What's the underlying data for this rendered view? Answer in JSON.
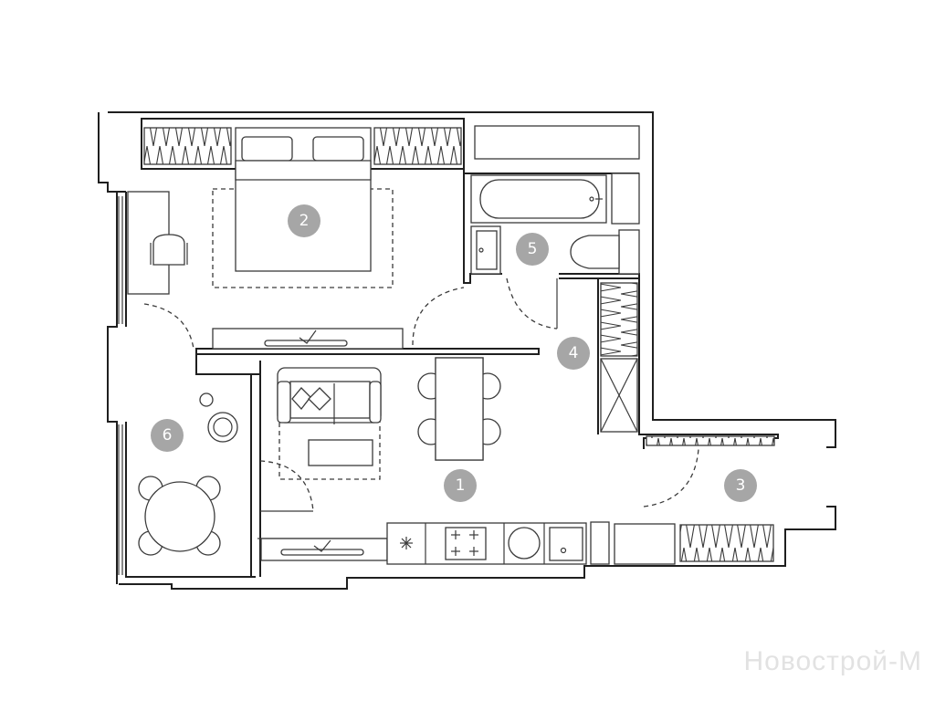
{
  "rooms": [
    {
      "id": "1",
      "label": "1"
    },
    {
      "id": "2",
      "label": "2"
    },
    {
      "id": "3",
      "label": "3"
    },
    {
      "id": "4",
      "label": "4"
    },
    {
      "id": "5",
      "label": "5"
    },
    {
      "id": "6",
      "label": "6"
    }
  ],
  "watermark": "Новострой-М",
  "colors": {
    "wall": "#1f1f1f",
    "badge": "#a6a6a6",
    "badge_text": "#ffffff"
  }
}
